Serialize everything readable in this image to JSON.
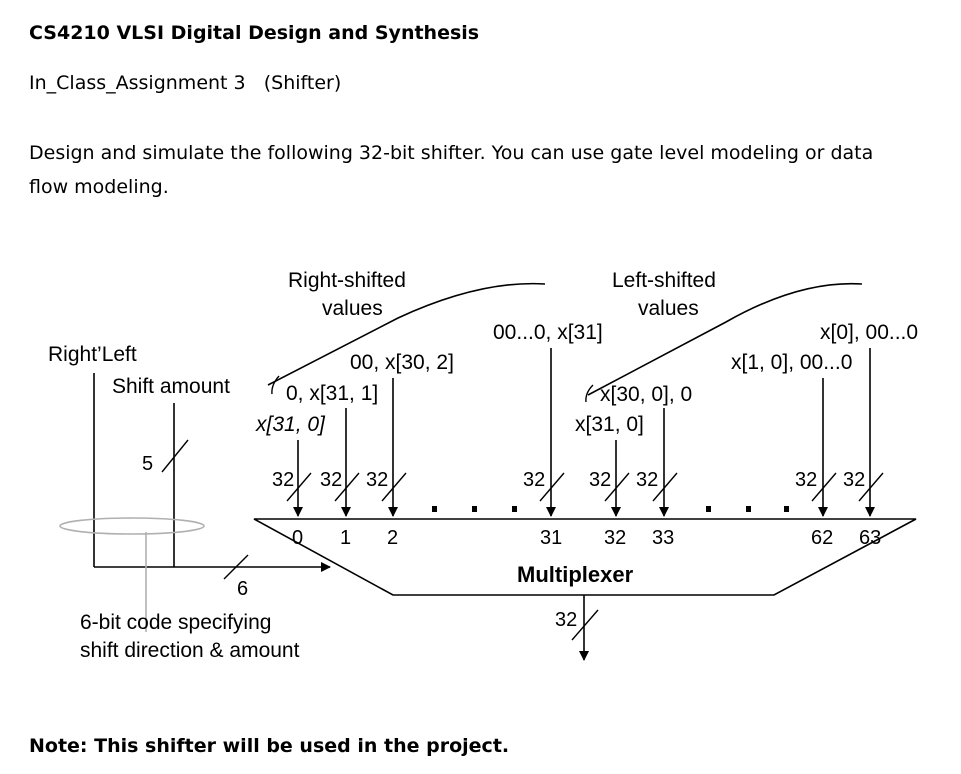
{
  "document": {
    "course_title": "CS4210 VLSI Digital Design and Synthesis",
    "assignment_title": "In_Class_Assignment 3   (Shifter)",
    "instructions": "Design and simulate the following 32-bit shifter. You can use gate level modeling or data flow modeling.",
    "note": "Note: This shifter will be used in the project."
  },
  "diagram": {
    "right_shifted_label_1": "Right-shifted",
    "right_shifted_label_2": "values",
    "left_shifted_label_1": "Left-shifted",
    "left_shifted_label_2": "values",
    "direction_label": "Right’Left",
    "shift_amount_label": "Shift amount",
    "input_labels": {
      "x31_0_right": "x[31, 0]",
      "zero_x31_1": "0, x[31, 1]",
      "zeros_x30_2": "00, x[30, 2]",
      "zeros_x31": "00...0, x[31]",
      "x31_0_left": "x[31, 0]",
      "x30_0_zero": "x[30, 0], 0",
      "x1_0_zeros": "x[1, 0], 00...0",
      "x0_zeros": "x[0], 00...0"
    },
    "bus_width": "32",
    "shift_amount_width": "5",
    "code_width": "6",
    "ports": [
      "0",
      "1",
      "2",
      "31",
      "32",
      "33",
      "62",
      "63"
    ],
    "mux_label": "Multiplexer",
    "output_width": "32",
    "code_label_1": "6-bit code specifying",
    "code_label_2": "shift direction & amount"
  }
}
